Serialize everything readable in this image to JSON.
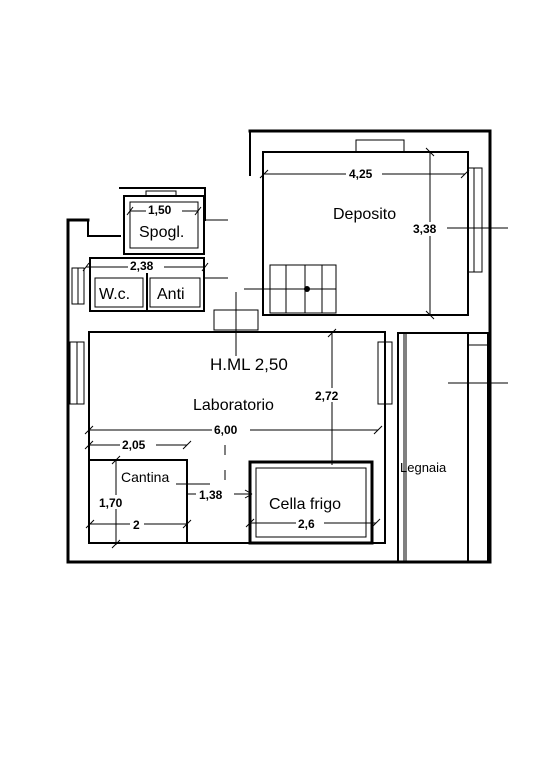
{
  "rooms": {
    "deposito": "Deposito",
    "spogliatoio": "Spogl.",
    "wc": "W.c.",
    "anti": "Anti",
    "laboratorio": "Laboratorio",
    "height_note": "H.ML 2,50",
    "cantina": "Cantina",
    "cella_frigo": "Cella frigo",
    "legnaia": "Legnaia"
  },
  "dimensions": {
    "deposito_width": "4,25",
    "deposito_depth": "3,38",
    "spogliatoio_width": "1,50",
    "wc_anti_width": "2,38",
    "laboratorio_depth": "2,72",
    "laboratorio_width": "6,00",
    "cantina_width_top": "2,05",
    "cantina_depth": "1,70",
    "cantina_width_bottom": "2",
    "passage_width": "1,38",
    "cella_width": "2,6"
  }
}
